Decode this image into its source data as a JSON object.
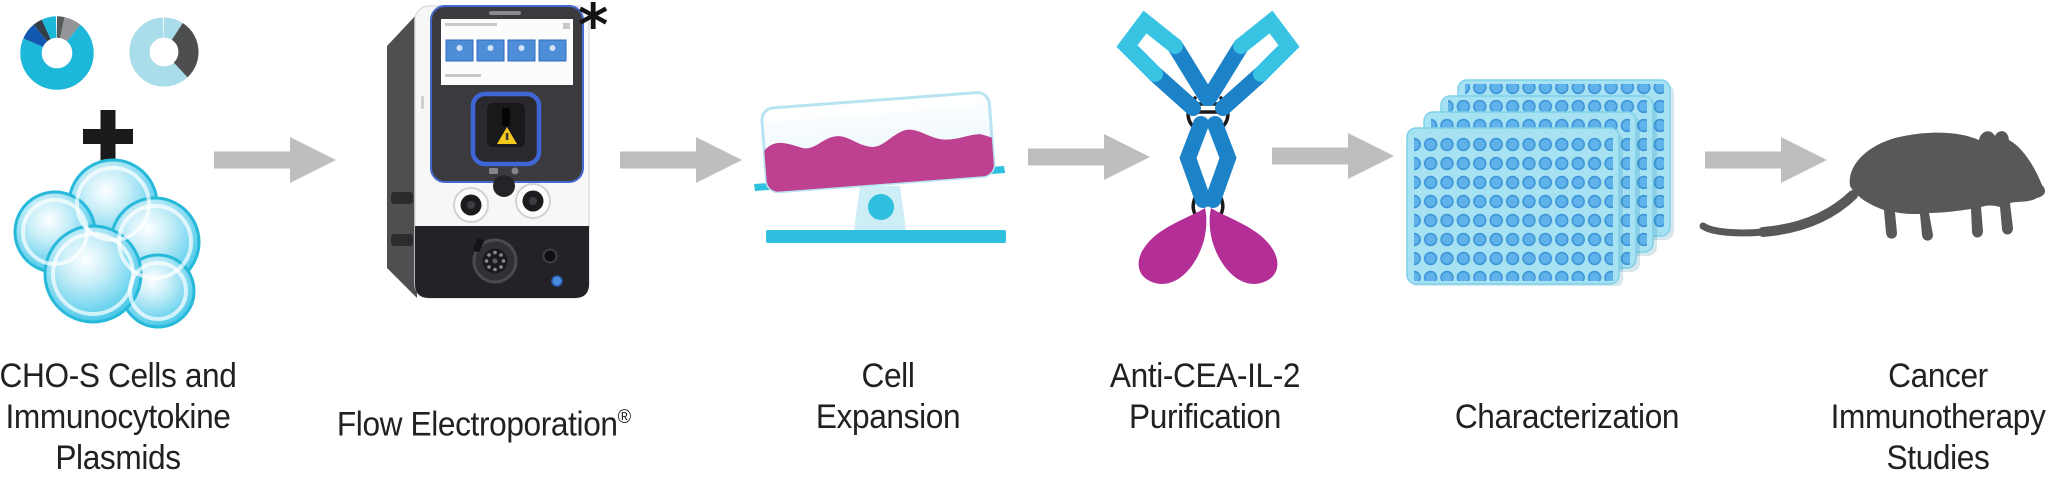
{
  "diagram": {
    "type": "process-workflow",
    "direction": "left-to-right",
    "arrow_count": 5
  },
  "colors": {
    "cyan": "#1db8d9",
    "pale_cyan": "#a9dde9",
    "dark_blue": "#1358b0",
    "slate": "#333e48",
    "gray": "#939598",
    "dark_gray_segment": "#4d4e50",
    "arrow_gray": "#bcbec0",
    "mouse_gray": "#57585a",
    "antibody_blue": "#1d83c8",
    "antibody_cyan": "#38c3e3",
    "petal_magenta": "#b32e97",
    "liquid_magenta": "#bd4190",
    "plate_blue": "#a7e2f3",
    "well_blue": "#60b2ea",
    "device_accent_blue": "#3f66d6",
    "warning_yellow": "#f5c91c",
    "text": "#232020",
    "plus_black": "#1a1a1a"
  },
  "steps": [
    {
      "name": "cho-cells-and-plasmids",
      "label_lines": [
        "CHO-S Cells and",
        "Immunocytokine",
        "Plasmids"
      ]
    },
    {
      "name": "flow-electroporation",
      "label": "Flow Electroporation",
      "reg_mark": "®",
      "footnote_marker": "*"
    },
    {
      "name": "cell-expansion",
      "label_lines": [
        "Cell",
        "Expansion"
      ]
    },
    {
      "name": "anti-cea-il2-purification",
      "label_lines": [
        "Anti-CEA-IL-2",
        "Purification"
      ]
    },
    {
      "name": "characterization",
      "label_lines": [
        "Characterization"
      ]
    },
    {
      "name": "cancer-immunotherapy-studies",
      "label_lines": [
        "Cancer",
        "Immunotherapy",
        "Studies"
      ]
    }
  ],
  "icons": {
    "plus_sign": "+",
    "plasmid_donut_1": {
      "segments": [
        {
          "color": "#58595b",
          "deg": 12
        },
        {
          "color": "#939598",
          "deg": 28
        },
        {
          "color": "#1db8d9",
          "deg": 255
        },
        {
          "color": "#1358b0",
          "deg": 27
        },
        {
          "color": "#333e48",
          "deg": 15
        },
        {
          "color": "#1db8d9",
          "deg": 23
        }
      ]
    },
    "plasmid_donut_2": {
      "segments": [
        {
          "color": "#a9dde9",
          "deg": 33
        },
        {
          "color": "#4d4e50",
          "deg": 105
        },
        {
          "color": "#a9dde9",
          "deg": 222
        }
      ]
    },
    "cho_cell_cluster": {
      "cell_count": 5
    },
    "well_plate_stack": {
      "plates": 4,
      "rows": 8,
      "cols": 12
    }
  }
}
